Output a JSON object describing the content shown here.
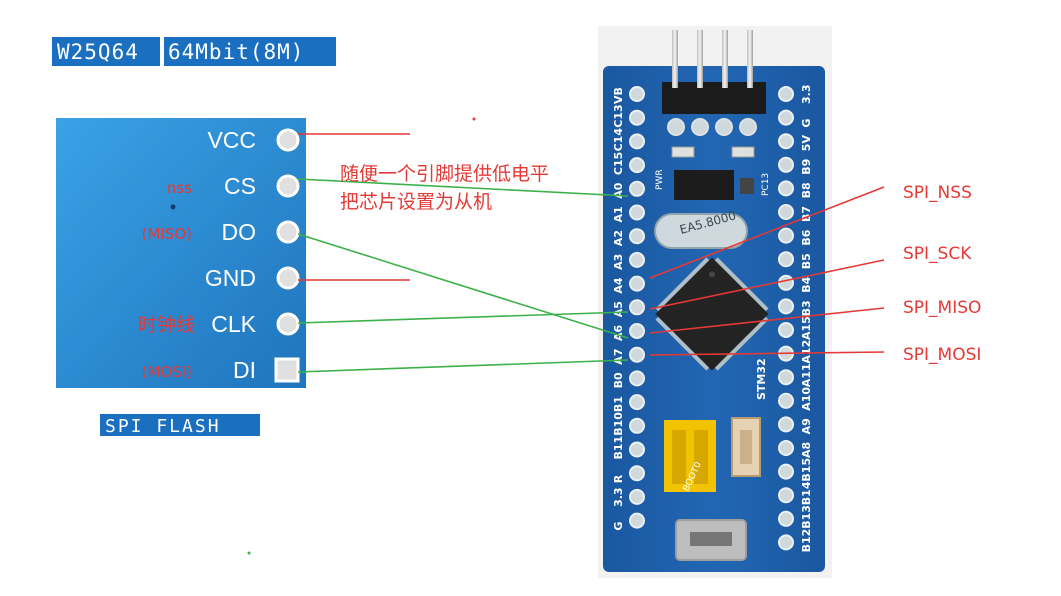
{
  "title": {
    "part_number": "W25Q64",
    "capacity": "64Mbit(8M)"
  },
  "module_caption": "SPI FLASH",
  "module_pins": [
    {
      "label": "VCC",
      "signal": ""
    },
    {
      "label": "CS",
      "signal": "nss"
    },
    {
      "label": "DO",
      "signal": "(MISO)"
    },
    {
      "label": "GND",
      "signal": ""
    },
    {
      "label": "CLK",
      "signal": "时钟线"
    },
    {
      "label": "DI",
      "signal": "(MOSI)"
    }
  ],
  "cs_note": {
    "line1": "随便一个引脚提供低电平",
    "line2": "把芯片设置为从机"
  },
  "spi_labels": [
    "SPI_NSS",
    "SPI_SCK",
    "SPI_MISO",
    "SPI_MOSI"
  ],
  "board": {
    "left_pins": [
      "VB",
      "C13",
      "C14",
      "C15",
      "A0",
      "A1",
      "A2",
      "A3",
      "A4",
      "A5",
      "A6",
      "A7",
      "B0",
      "B1",
      "B10",
      "B11",
      "R",
      "3.3",
      "G"
    ],
    "right_pins": [
      "3.3",
      "G",
      "5V",
      "B9",
      "B8",
      "B7",
      "B6",
      "B5",
      "B4",
      "B3",
      "A15",
      "A12",
      "A11",
      "A10",
      "A9",
      "A8",
      "B15",
      "B14",
      "B13",
      "B12"
    ],
    "crystal_text": "EA5.8000",
    "mcu_text": "STM32",
    "pwr_text": "PWR",
    "pc13_text": "PC13",
    "boot_text": "BOOT0"
  },
  "colors": {
    "pcb_blue": "#1e5fa8",
    "module_blue": "#2a8bd0",
    "wire_green": "#3cb14a",
    "wire_red": "#e53935",
    "label_red": "#e53935",
    "title_bg": "#1a6fc0"
  }
}
